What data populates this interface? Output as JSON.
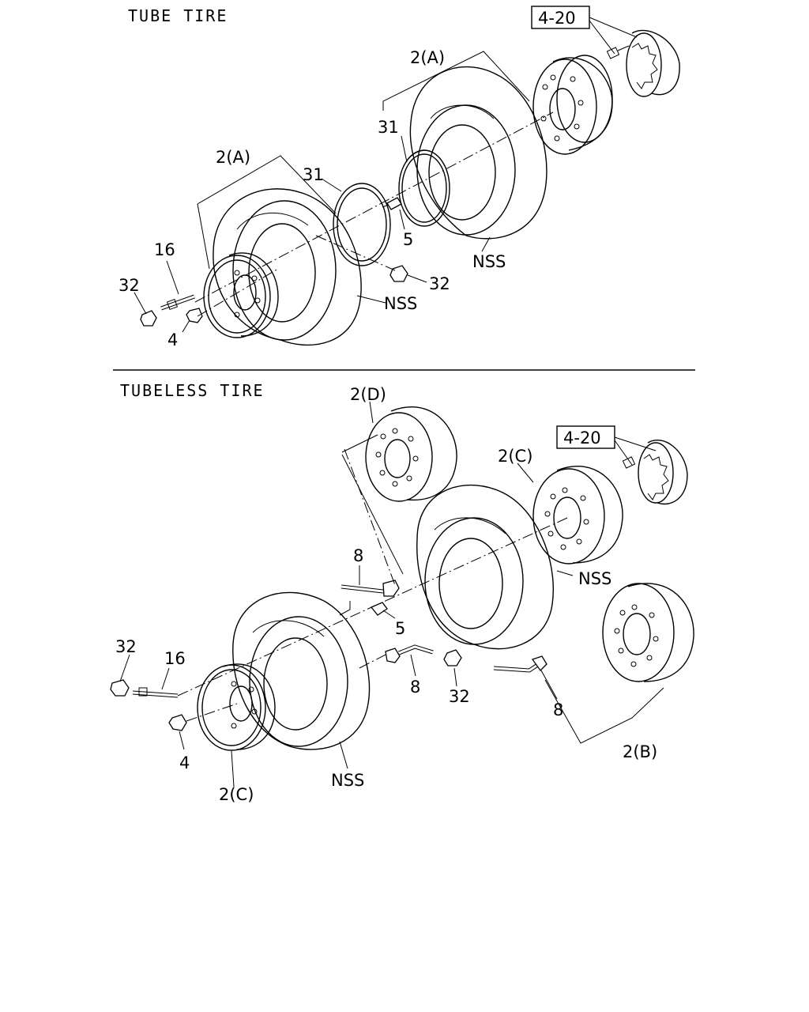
{
  "sections": {
    "tube_title": "TUBE TIRE",
    "tubeless_title": "TUBELESS TIRE"
  },
  "refs": {
    "tube_box": "4-20",
    "tubeless_box": "4-20"
  },
  "tube_labels": {
    "wheel_rear": "2(A)",
    "wheel_front": "2(A)",
    "ring_rear": "31",
    "ring_front": "31",
    "valve": "5",
    "nut_mid": "32",
    "nut_left": "32",
    "stud": "16",
    "inner_nut": "4",
    "nss_rear": "NSS",
    "nss_front": "NSS"
  },
  "tubeless_labels": {
    "wheel_d": "2(D)",
    "wheel_c_rear": "2(C)",
    "wheel_c_front": "2(C)",
    "wheel_b": "2(B)",
    "ext_upper": "8",
    "ext_mid": "8",
    "ext_right": "8",
    "valve": "5",
    "nut_mid": "32",
    "nut_left": "32",
    "stud": "16",
    "inner_nut": "4",
    "nss_rear": "NSS",
    "nss_front": "NSS"
  }
}
